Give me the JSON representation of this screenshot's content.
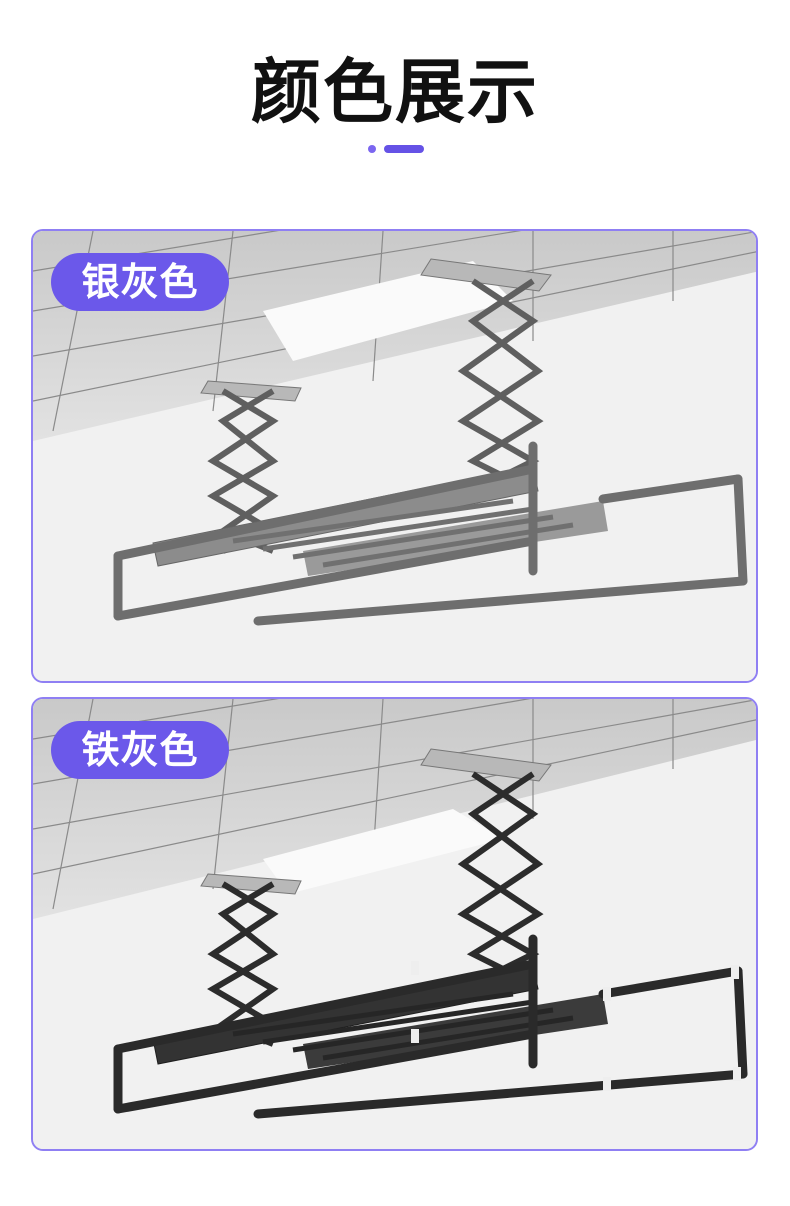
{
  "header": {
    "title": "颜色展示"
  },
  "colors": {
    "accent": "#6b58ea",
    "border": "#8f7ff3"
  },
  "variants": [
    {
      "label": "银灰色"
    },
    {
      "label": "铁灰色"
    }
  ]
}
